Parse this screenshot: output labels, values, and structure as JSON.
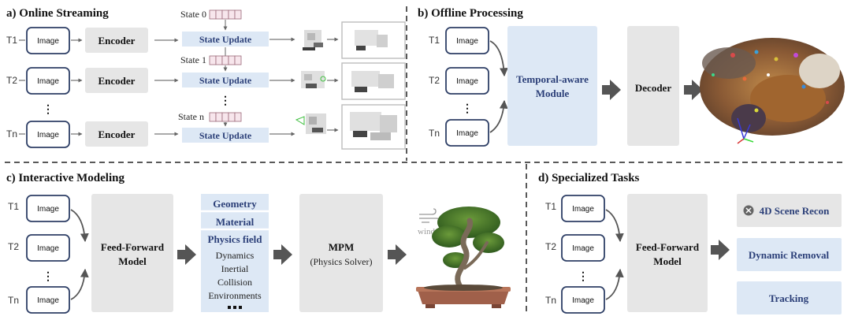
{
  "panels": {
    "a": {
      "title": "a) Online Streaming",
      "timesteps": [
        "T1",
        "T2",
        "Tn"
      ],
      "image_label": "Image",
      "encoder_label": "Encoder",
      "states": [
        "State 0",
        "State 1",
        "State n"
      ],
      "update_label": "State Update"
    },
    "b": {
      "title": "b) Offline Processing",
      "timesteps": [
        "T1",
        "T2",
        "Tn"
      ],
      "image_label": "Image",
      "module_line1": "Temporal-aware",
      "module_line2": "Module",
      "decoder_label": "Decoder"
    },
    "c": {
      "title": "c) Interactive Modeling",
      "timesteps": [
        "T1",
        "T2",
        "Tn"
      ],
      "image_label": "Image",
      "model_line1": "Feed-Forward",
      "model_line2": "Model",
      "fields": {
        "geometry": "Geometry",
        "material": "Material",
        "physics": "Physics field",
        "items": [
          "Dynamics",
          "Inertial",
          "Collision",
          "Environments"
        ]
      },
      "solver_line1": "MPM",
      "solver_line2": "(Physics Solver)",
      "wind_label": "wind"
    },
    "d": {
      "title": "d) Specialized Tasks",
      "timesteps": [
        "T1",
        "T2",
        "Tn"
      ],
      "image_label": "Image",
      "model_line1": "Feed-Forward",
      "model_line2": "Model",
      "tasks": [
        "4D Scene Recon",
        "Dynamic Removal",
        "Tracking"
      ]
    }
  },
  "colors": {
    "grey_box": "#e6e6e6",
    "blue_box": "#dde8f5",
    "blue_text": "#2b3f78",
    "image_border": "#2e3f66",
    "state_cell": "#f7e6ec",
    "state_border": "#9a6878",
    "arrow": "#555555"
  }
}
